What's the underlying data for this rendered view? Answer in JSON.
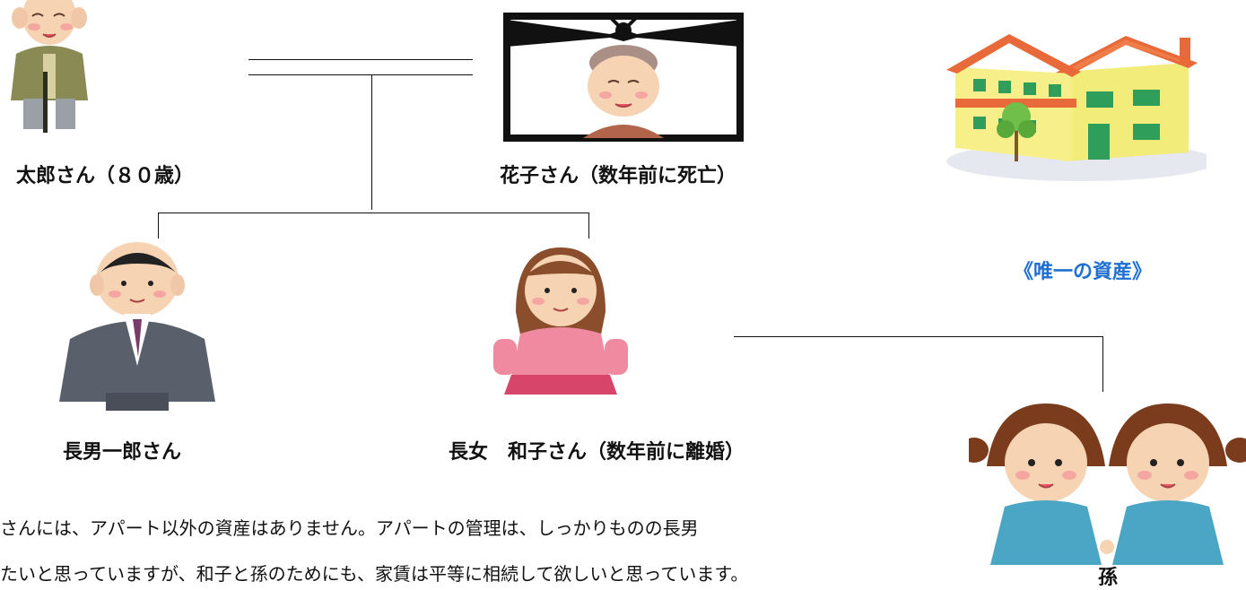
{
  "people": {
    "taro": {
      "label": "太郎さん（８０歳）"
    },
    "hanako": {
      "label": "花子さん（数年前に死亡）"
    },
    "ichiro": {
      "label": "長男一郎さん"
    },
    "kazuko": {
      "label": "長女　和子さん（数年前に離婚）"
    },
    "grandchildren": {
      "label": "孫"
    }
  },
  "asset": {
    "label": "《唯一の資産》",
    "icon": "apartment-icon"
  },
  "description": {
    "line1": "さんには、アパート以外の資産はありません。アパートの管理は、しっかりものの長男",
    "line2": "たいと思っていますが、和子と孫のためにも、家賃は平等に相続して欲しいと思っています。"
  },
  "colors": {
    "asset_label": "#1f6fd1",
    "lines": "#111111"
  }
}
